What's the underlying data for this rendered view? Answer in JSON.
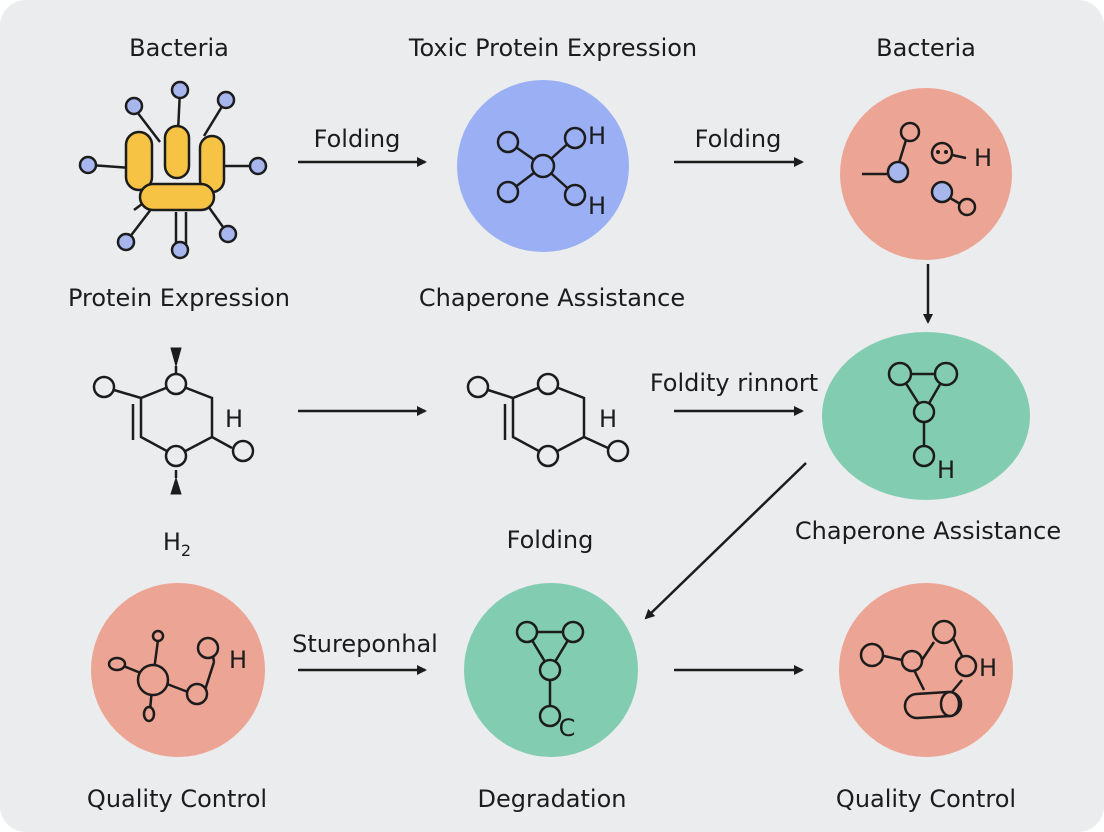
{
  "colors": {
    "background": "#ebeced",
    "blue_node": "#9bb0f4",
    "red_node": "#eca494",
    "green_node": "#82cdb2",
    "yellow_protein": "#f6c344",
    "atom_blue": "#a8b6ee",
    "ink": "#1c1c1c"
  },
  "labels": {
    "bacteria_left": "Bacteria",
    "toxic_protein_expression": "Toxic Protein Expression",
    "bacteria_right": "Bacteria",
    "protein_expression": "Protein Expression",
    "chaperone_assistance_top": "Chaperone Assistance",
    "h2_symbol": "H",
    "h2_subscript": "2",
    "folding_middle": "Folding",
    "chaperone_assistance_right": "Chaperone Assistance",
    "quality_control_left": "Quality Control",
    "degradation": "Degradation",
    "quality_control_right": "Quality Control"
  },
  "edge_labels": {
    "folding_1": "Folding",
    "folding_2": "Folding",
    "foldity_rinnort": "Foldity rinnort",
    "stureponhal": "Stureponhal"
  },
  "atom_labels": {
    "h": "H",
    "c": "C"
  }
}
